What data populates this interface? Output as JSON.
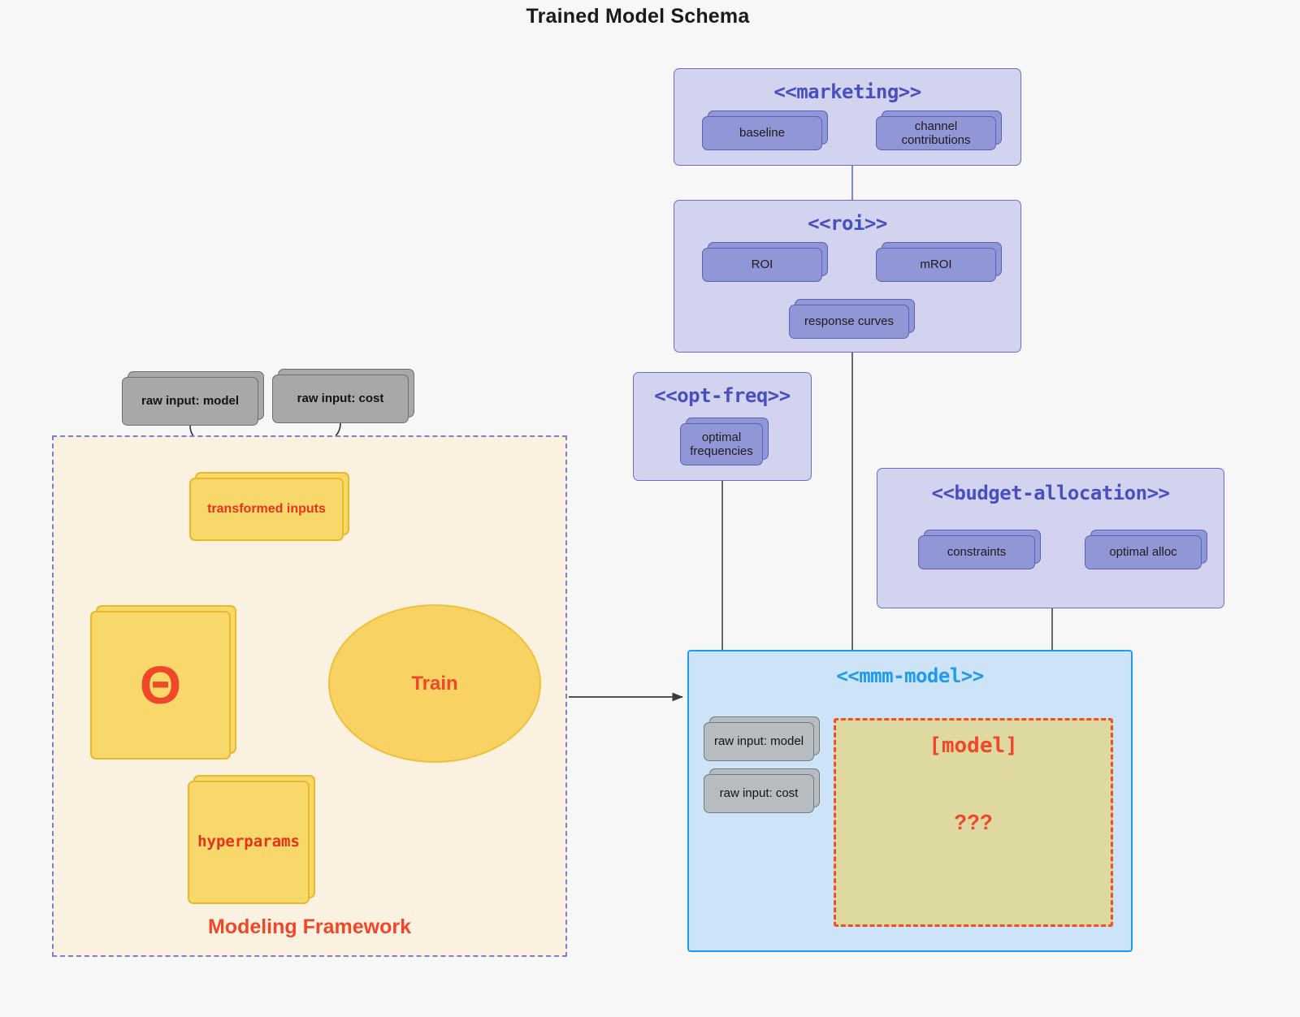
{
  "page": {
    "title": "Trained Model Schema",
    "background": "#f7f7f7"
  },
  "colors": {
    "package_fill": "#d2d3ef",
    "package_stroke": "#6b6fc4",
    "package_title": "#4a4fc0",
    "node_fill": "#9197d6",
    "node_stroke": "#5b60b8",
    "gray_fill": "#a8a8a8",
    "gray_stroke": "#6e6e6e",
    "yellow_fill": "#f8d86a",
    "yellow_stroke": "#e8b92a",
    "accent_red": "#f0472a",
    "mmm_fill": "#cde3f7",
    "mmm_stroke": "#1e9bf0",
    "model_fill": "#ded9a0",
    "framework_fill": "#faf1e0",
    "framework_stroke": "#7b7fd0",
    "connector": "#4f4f4f",
    "uml_connector": "#6b6fc4"
  },
  "packages": {
    "marketing": {
      "title": "<<marketing>>",
      "nodes": [
        {
          "label": "baseline"
        },
        {
          "label": "channel contributions"
        }
      ],
      "relation": "bidirectional"
    },
    "roi": {
      "title": "<<roi>>",
      "nodes": [
        {
          "label": "ROI"
        },
        {
          "label": "mROI"
        },
        {
          "label": "response curves"
        }
      ],
      "relation": "bidirectional"
    },
    "opt_freq": {
      "title": "<<opt-freq>>",
      "nodes": [
        {
          "label": "optimal\nfrequencies"
        }
      ]
    },
    "budget_allocation": {
      "title": "<<budget-allocation>>",
      "nodes": [
        {
          "label": "constraints"
        },
        {
          "label": "optimal alloc"
        }
      ],
      "relation": "bidirectional"
    },
    "mmm_model": {
      "title": "<<mmm-model>>",
      "inputs": [
        {
          "label": "raw input: model"
        },
        {
          "label": "raw input: cost"
        }
      ],
      "model_box": {
        "label": "[model]",
        "unknown": "???"
      }
    }
  },
  "framework": {
    "label": "Modeling Framework",
    "raw_inputs": [
      {
        "label": "raw input: model"
      },
      {
        "label": "raw input: cost"
      }
    ],
    "transformed_inputs": {
      "label": "transformed inputs"
    },
    "theta": {
      "label": "Θ"
    },
    "hyperparams": {
      "label": "hyperparams"
    },
    "process": {
      "label": "Train"
    }
  }
}
